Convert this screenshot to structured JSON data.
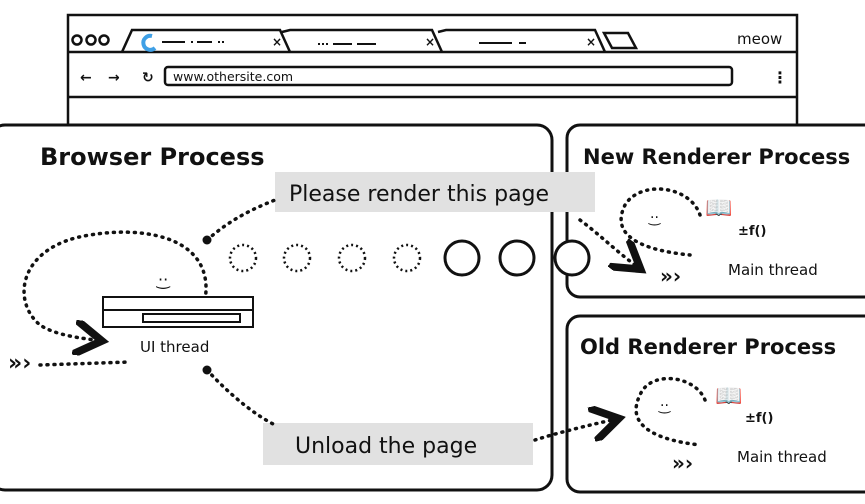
{
  "browser_window": {
    "url": "www.othersite.com",
    "profile_label": "meow",
    "tabs": [
      {
        "loading": true
      },
      {
        "loading": false
      },
      {
        "loading": false
      }
    ]
  },
  "browser_process": {
    "title": "Browser Process",
    "ui_thread_label": "UI thread",
    "message_render": "Please render this page",
    "message_unload": "Unload the page"
  },
  "new_renderer": {
    "title": "New Renderer Process",
    "thread_label": "Main thread"
  },
  "old_renderer": {
    "title": "Old Renderer Process",
    "thread_label": "Main thread"
  },
  "colors": {
    "loading_spinner": "#3fa0e6",
    "message_box": "#e1e1e1",
    "stroke": "#111111"
  }
}
